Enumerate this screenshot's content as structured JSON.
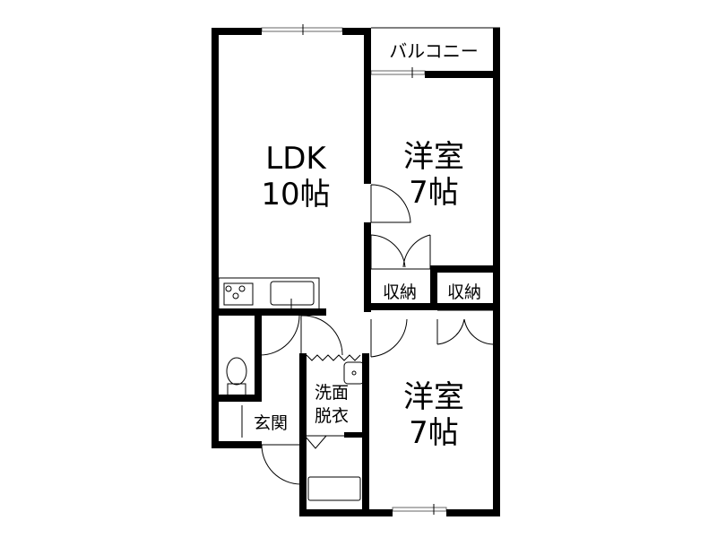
{
  "plan": {
    "type": "apartment-floor-plan",
    "layout": "2LDK",
    "colors": {
      "wall": "#000000",
      "background": "#ffffff",
      "window": "#808080"
    },
    "rooms": {
      "ldk": {
        "name": "LDK",
        "size": "10帖"
      },
      "western_room_1": {
        "name": "洋室",
        "size": "7帖"
      },
      "western_room_2": {
        "name": "洋室",
        "size": "7帖"
      },
      "balcony": {
        "name": "バルコニー"
      },
      "storage_1": {
        "name": "収納"
      },
      "storage_2": {
        "name": "収納"
      },
      "washroom_line1": "洗面",
      "washroom_line2": "脱衣",
      "entrance": {
        "name": "玄関"
      }
    }
  }
}
